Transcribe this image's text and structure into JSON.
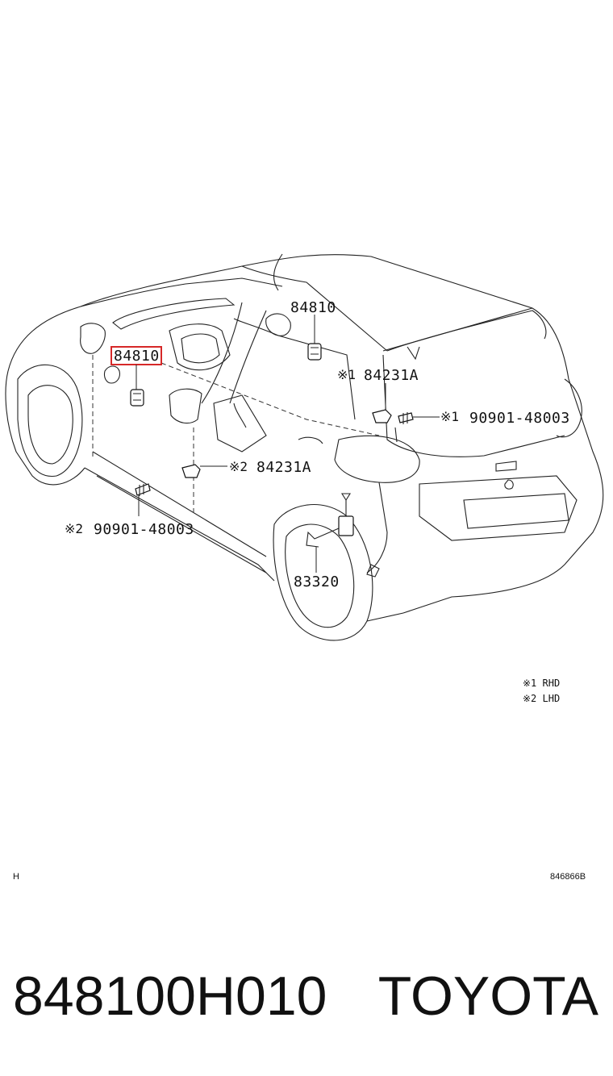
{
  "diagram": {
    "callouts": {
      "c1": "84810",
      "c2": "84810",
      "c3": "84231A",
      "c4": "90901-48003",
      "c5": "84231A",
      "c6": "90901-48003",
      "c7": "83320"
    },
    "markers": {
      "m1": "※1",
      "m2": "※1",
      "m3": "※2",
      "m4": "※2"
    },
    "legend": {
      "line1": "※1 RHD",
      "line2": "※2 LHD"
    },
    "corner_left": "H",
    "corner_right": "846866B"
  },
  "footer": {
    "part_number": "848100H010",
    "brand": "TOYOTA"
  },
  "colors": {
    "highlight": "#d62828",
    "ink": "#111111"
  }
}
